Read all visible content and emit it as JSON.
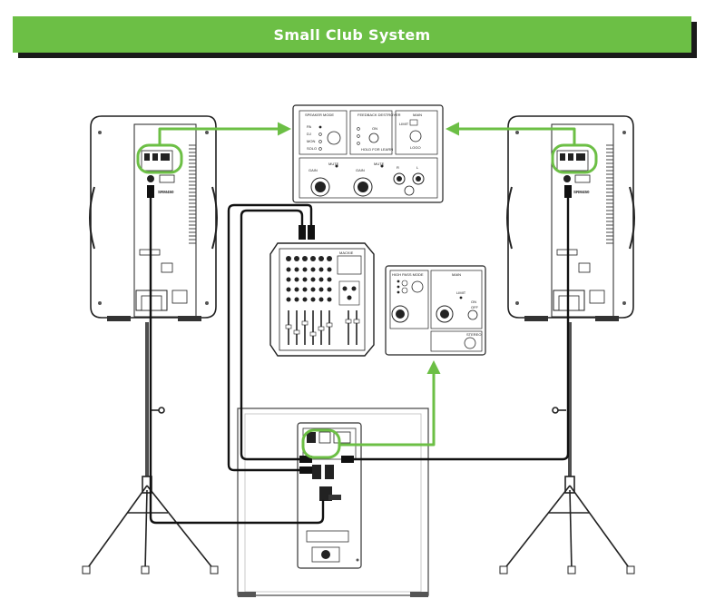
{
  "title": "Small Club System",
  "colors": {
    "accent": "#6cbf45",
    "shadow": "#1a1a1a",
    "line": "#111111",
    "signal": "#6cbf45"
  },
  "speaker_panel": {
    "speaker_mode_label": "SPEAKER MODE",
    "mode_options": [
      "PA",
      "DJ",
      "MON",
      "SOLO"
    ],
    "feedback_label": "FEEDBACK DESTROYER",
    "feedback_on": "ON",
    "feedback_learn": "HOLD FOR LEARN",
    "main_label": "MAIN",
    "limit_label": "LIMIT",
    "logo_label": "LOGO",
    "mute_label_1": "MUTE",
    "mute_label_2": "MUTE",
    "gain_label_1": "GAIN",
    "gain_label_2": "GAIN",
    "input_r": "R",
    "input_l": "L"
  },
  "sub_panel": {
    "high_pass_label": "HIGH PASS MODE",
    "main_label": "MAIN",
    "limit_label": "LIMIT",
    "on_label": "ON",
    "off_label": "OFF",
    "stereo_label": "STEREO"
  },
  "mixer_label": "MACKIE",
  "speaker_model": "SRM450"
}
